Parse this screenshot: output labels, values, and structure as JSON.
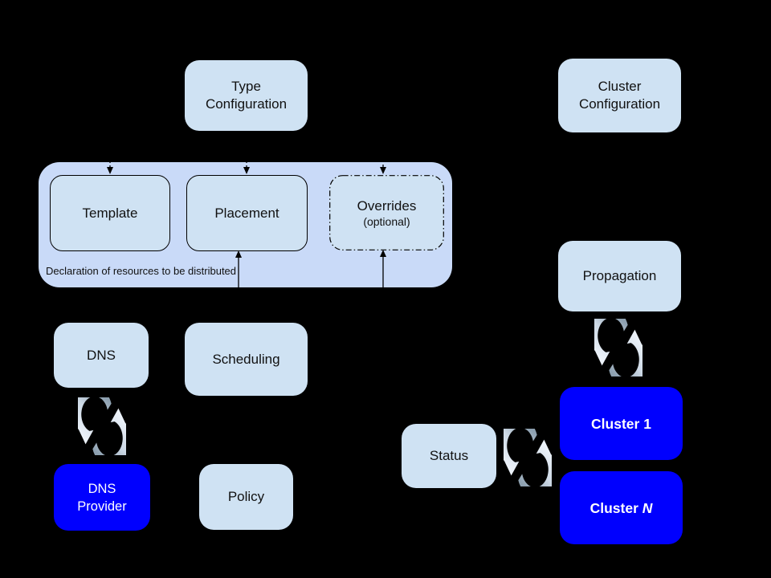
{
  "diagram": {
    "title_implicit": "",
    "colors": {
      "background": "#000000",
      "light_box": "#cfe2f3",
      "container_box": "#c9daf8",
      "blue_box": "#0000fe",
      "dark_text": "#111111",
      "light_text": "#ffffff",
      "sync_icon_gray": "#8da0b0",
      "sync_icon_light": "#ecf2f9",
      "connector": "#000000"
    },
    "nodes": {
      "type_config": {
        "line1": "Type",
        "line2": "Configuration"
      },
      "cluster_config": {
        "line1": "Cluster",
        "line2": "Configuration"
      },
      "template": {
        "label": "Template"
      },
      "placement": {
        "label": "Placement"
      },
      "overrides": {
        "title": "Overrides",
        "subtitle": "(optional)"
      },
      "container_caption": "Declaration of resources to be distributed",
      "dns": {
        "label": "DNS"
      },
      "scheduling": {
        "label": "Scheduling"
      },
      "dns_provider": {
        "line1": "DNS",
        "line2": "Provider"
      },
      "policy": {
        "label": "Policy"
      },
      "propagation": {
        "label": "Propagation"
      },
      "status": {
        "label": "Status"
      },
      "cluster_1": {
        "label": "Cluster 1"
      },
      "cluster_n": {
        "prefix": "Cluster ",
        "suffix_italic": "N"
      }
    },
    "icons": [
      {
        "name": "sync-icon",
        "location": "between DNS and DNS Provider"
      },
      {
        "name": "sync-icon",
        "location": "between Propagation and Cluster 1"
      },
      {
        "name": "sync-icon",
        "location": "between Status and Cluster 1"
      }
    ],
    "connectors": [
      {
        "target": "template",
        "direction": "down",
        "style": "dashed"
      },
      {
        "target": "placement",
        "direction": "down",
        "style": "dashed"
      },
      {
        "target": "overrides",
        "direction": "down",
        "style": "dashed"
      },
      {
        "target": "placement",
        "direction": "up",
        "style": "solid"
      },
      {
        "target": "overrides",
        "direction": "up",
        "style": "solid"
      }
    ]
  }
}
